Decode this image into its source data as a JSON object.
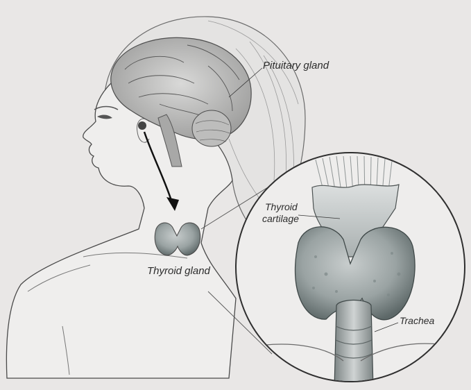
{
  "labels": {
    "pituitary_gland": "Pituitary gland",
    "thyroid_gland": "Thyroid gland",
    "thyroid_cartilage_line1": "Thyroid",
    "thyroid_cartilage_line2": "cartilage",
    "trachea": "Trachea"
  },
  "colors": {
    "background": "#e9e7e6",
    "ink": "#3a3a3a",
    "gland": "#9fa7a7",
    "gland_dark": "#5f6a6a",
    "skin": "#efeeed"
  }
}
